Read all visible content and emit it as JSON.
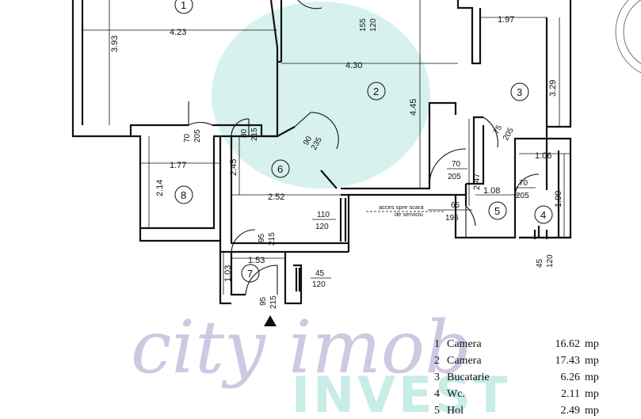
{
  "rooms": {
    "1": "1",
    "2": "2",
    "3": "3",
    "4": "4",
    "5": "5",
    "6": "6",
    "7": "7",
    "8": "8"
  },
  "dimensions": {
    "room1_width": "4.23",
    "room1_height": "3.93",
    "room2_width": "4.30",
    "room2_height": "4.45",
    "room3_width": "1.97",
    "room3_height": "3.29",
    "room8_width": "1.77",
    "room8_height": "2.14",
    "room6_width": "2.52",
    "room6_height": "2.45",
    "room7_width": "1.53",
    "room7_height": "1.03",
    "room4_width": "1.06",
    "room4_height": "1.99",
    "room5_width": "1.08",
    "room5_height": "2.47"
  },
  "openings": {
    "win_top_w": "155",
    "win_top_h": "120",
    "door8_w": "70",
    "door8_h": "205",
    "door6_w": "80",
    "door6_h": "215",
    "door_diag_w": "90",
    "door_diag_h": "235",
    "door3_w": "75",
    "door3_h": "205",
    "door5a_w": "70",
    "door5a_h": "205",
    "door4_w": "70",
    "door4_h": "205",
    "door_stair_w": "65",
    "door_stair_h": "195",
    "win6_w": "110",
    "win6_h": "120",
    "door7a_w": "95",
    "door7a_h": "215",
    "door7b_w": "95",
    "door7b_h": "215",
    "win7_w": "45",
    "win7_h": "120",
    "win4_w": "45",
    "win4_h": "120"
  },
  "notes": {
    "access_line1": "acces spre scara",
    "access_line2": "de serviciu"
  },
  "watermark": {
    "script": "city imob",
    "brand": "INVEST"
  },
  "legend": [
    {
      "no": "1",
      "name": "Camera",
      "area": "16.62",
      "unit": "mp"
    },
    {
      "no": "2",
      "name": "Camera",
      "area": "17.43",
      "unit": "mp"
    },
    {
      "no": "3",
      "name": "Bucatarie",
      "area": "6.26",
      "unit": "mp"
    },
    {
      "no": "4",
      "name": "Wc.",
      "area": "2.11",
      "unit": "mp"
    },
    {
      "no": "5",
      "name": "Hol",
      "area": "2.49",
      "unit": "mp"
    }
  ],
  "colors": {
    "line": "#111111",
    "watermark_purple": "#c8bedd",
    "watermark_teal": "#bfe9e2"
  }
}
